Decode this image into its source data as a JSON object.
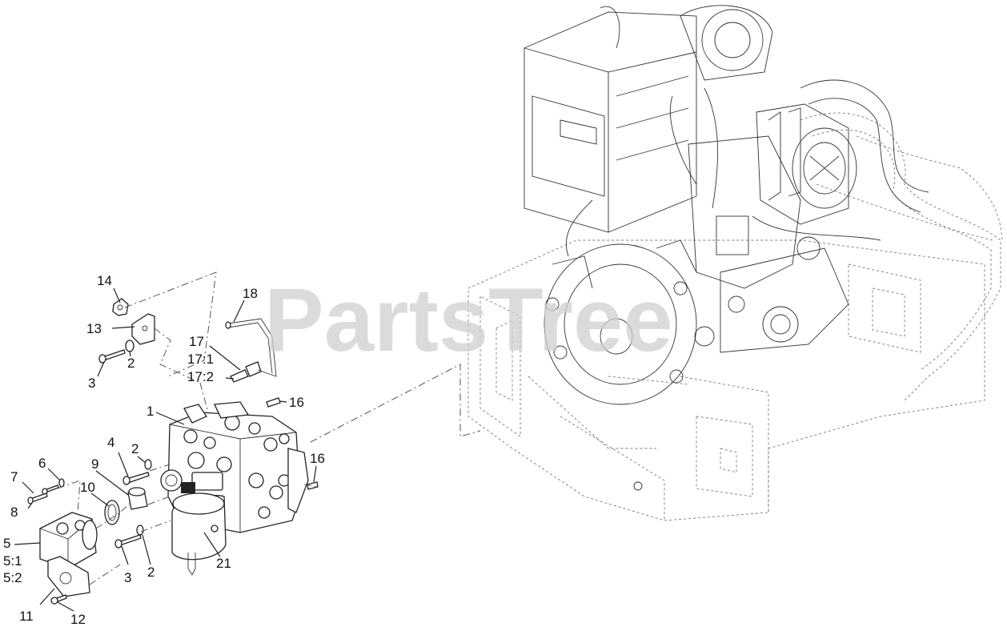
{
  "watermark": "PartsTree",
  "callouts": {
    "c1": "1",
    "c2a": "2",
    "c2b": "2",
    "c2c": "2",
    "c3a": "3",
    "c3b": "3",
    "c4": "4",
    "c5": "5",
    "c5_1": "5:1",
    "c5_2": "5:2",
    "c6": "6",
    "c7": "7",
    "c8": "8",
    "c9": "9",
    "c10": "10",
    "c11": "11",
    "c12": "12",
    "c13": "13",
    "c14": "14",
    "c16a": "16",
    "c16b": "16",
    "c17": "17",
    "c17_1": "17:1",
    "c17_2": "17:2",
    "c18": "18",
    "c21": "21"
  }
}
